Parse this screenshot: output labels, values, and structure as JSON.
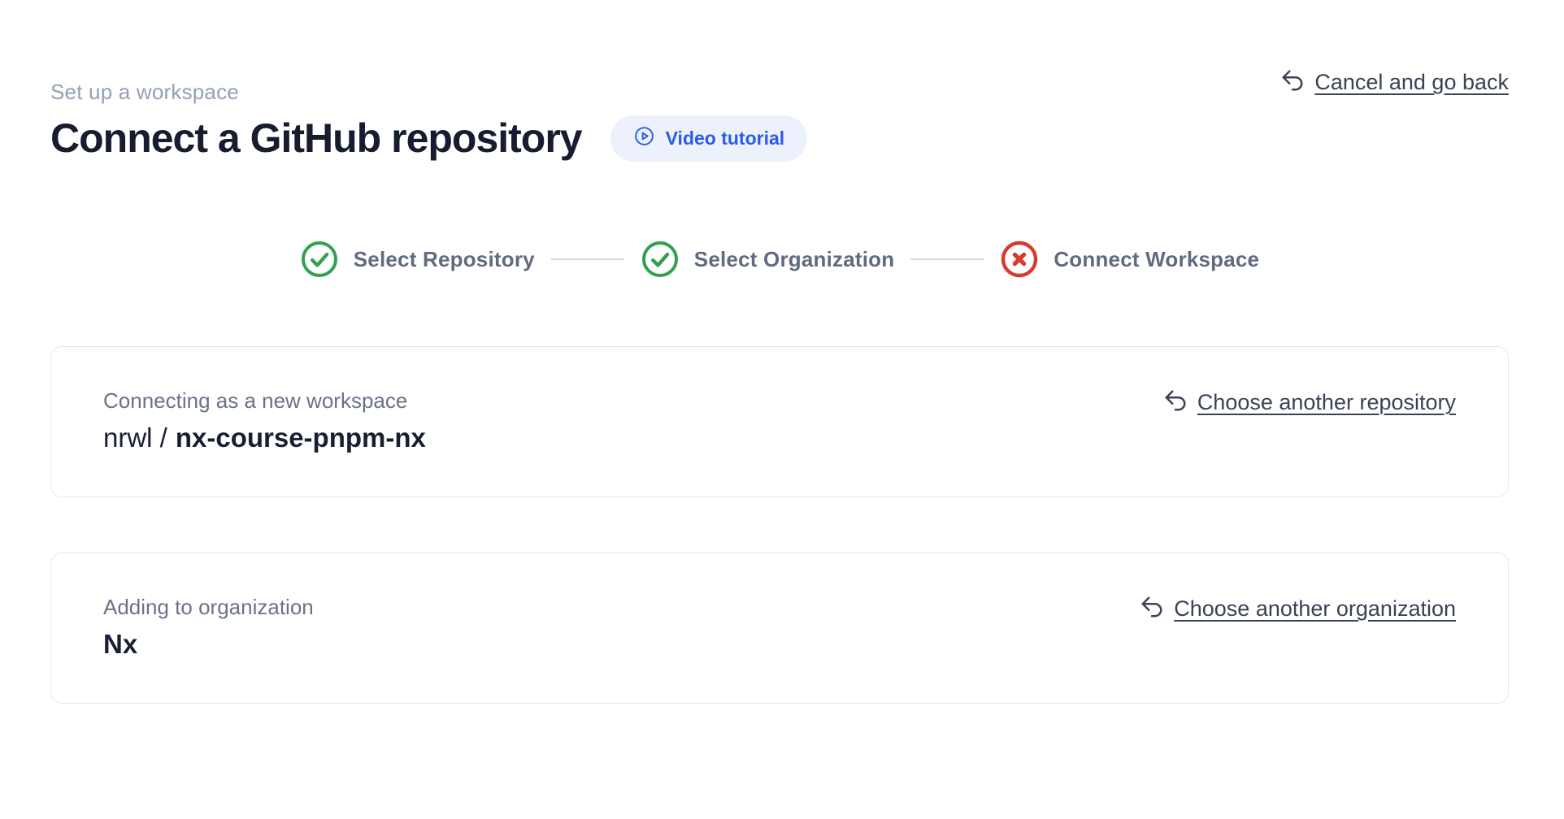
{
  "page": {
    "eyebrow": "Set up a workspace",
    "title": "Connect a GitHub repository"
  },
  "header": {
    "video_tutorial": "Video tutorial",
    "cancel": "Cancel and go back"
  },
  "stepper": {
    "steps": [
      {
        "label": "Select Repository",
        "status": "complete"
      },
      {
        "label": "Select Organization",
        "status": "complete"
      },
      {
        "label": "Connect Workspace",
        "status": "error"
      }
    ]
  },
  "repository_card": {
    "label": "Connecting as a new workspace",
    "owner": "nrwl /",
    "repo": "nx-course-pnpm-nx",
    "action": "Choose another repository"
  },
  "organization_card": {
    "label": "Adding to organization",
    "name": "Nx",
    "action": "Choose another organization"
  },
  "colors": {
    "accent_blue": "#2c5ae8",
    "success_green": "#33a04f",
    "error_red": "#d93a2b"
  }
}
